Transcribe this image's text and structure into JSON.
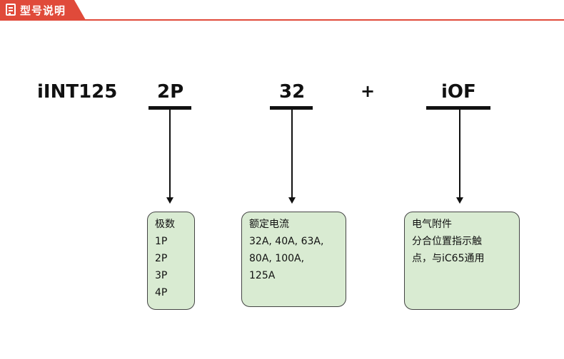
{
  "header": {
    "title": "型号说明",
    "icon": "document-icon",
    "accent": "#e04a3a"
  },
  "diagram": {
    "model": "iINT125",
    "poles_code": "2P",
    "current_code": "32",
    "plus": "+",
    "accessory_code": "iOF",
    "poles_box": {
      "lines": [
        "极数",
        "1P",
        "2P",
        "3P",
        "4P"
      ]
    },
    "current_box": {
      "lines": [
        "额定电流",
        "32A, 40A, 63A,",
        "80A, 100A,",
        "125A"
      ]
    },
    "accessory_box": {
      "lines": [
        "电气附件",
        "分合位置指示触",
        "点，与iC65通用"
      ]
    },
    "box_fill": "#d9ebd2"
  }
}
